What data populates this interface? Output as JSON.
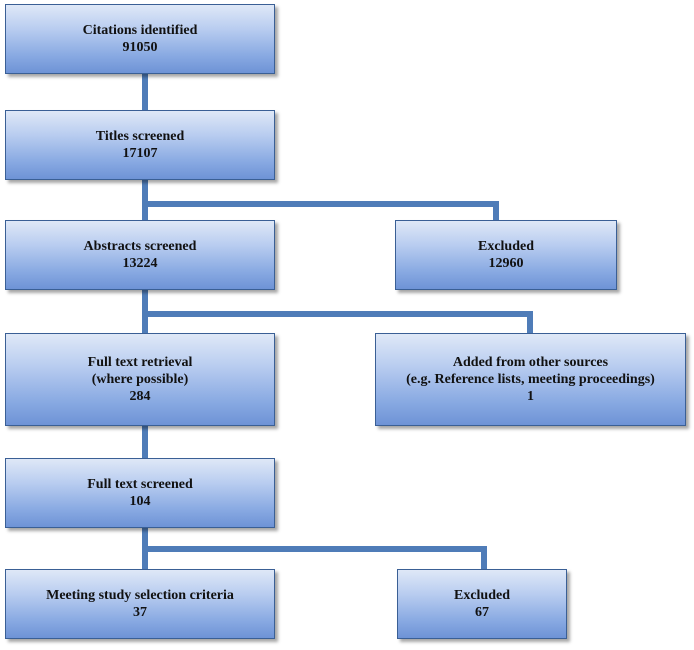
{
  "flowchart": {
    "citations": {
      "label": "Citations identified",
      "count": "91050"
    },
    "titles": {
      "label": "Titles screened",
      "count": "17107"
    },
    "abstracts": {
      "label": "Abstracts screened",
      "count": "13224"
    },
    "excluded_abstracts": {
      "label": "Excluded",
      "count": "12960"
    },
    "full_text_retrieval": {
      "label": "Full text retrieval",
      "sublabel": "(where possible)",
      "count": "284"
    },
    "other_sources": {
      "label": "Added from other sources",
      "sublabel": "(e.g. Reference lists, meeting proceedings)",
      "count": "1"
    },
    "full_text_screened": {
      "label": "Full text screened",
      "count": "104"
    },
    "meeting_criteria": {
      "label": "Meeting study selection criteria",
      "count": "37"
    },
    "excluded_full_text": {
      "label": "Excluded",
      "count": "67"
    }
  },
  "colors": {
    "box_top": "#dfe8f7",
    "box_bottom": "#6e93d6",
    "box_border": "#3a5f95",
    "connector": "#4f7cb8",
    "text": "#111111"
  }
}
